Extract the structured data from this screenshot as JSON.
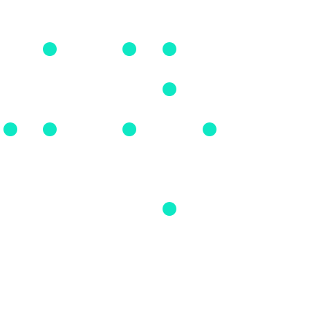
{
  "board": {
    "background": "#ffffff",
    "dot_color": "#0ee8c4",
    "grid_columns": 8,
    "grid_rows": 8,
    "dots": [
      {
        "col": 1,
        "row": 1
      },
      {
        "col": 3,
        "row": 1
      },
      {
        "col": 4,
        "row": 1
      },
      {
        "col": 4,
        "row": 2
      },
      {
        "col": 0,
        "row": 3
      },
      {
        "col": 1,
        "row": 3
      },
      {
        "col": 3,
        "row": 3
      },
      {
        "col": 5,
        "row": 3
      },
      {
        "col": 4,
        "row": 5
      }
    ]
  }
}
